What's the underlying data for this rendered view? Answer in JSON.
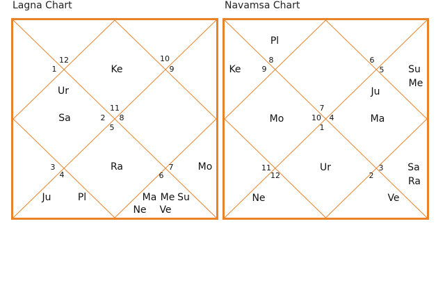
{
  "charts": [
    {
      "title": "Lagna Chart",
      "houses": [
        {
          "num": "1"
        },
        {
          "num": "12"
        },
        {
          "num": "10"
        },
        {
          "num": "9"
        },
        {
          "num": "11"
        },
        {
          "num": "2"
        },
        {
          "num": "8"
        },
        {
          "num": "5"
        },
        {
          "num": "3"
        },
        {
          "num": "4"
        },
        {
          "num": "7"
        },
        {
          "num": "6"
        }
      ],
      "planets": [
        {
          "name": "Ke"
        },
        {
          "name": "Ur"
        },
        {
          "name": "Sa"
        },
        {
          "name": "Ra"
        },
        {
          "name": "Mo"
        },
        {
          "name": "Ju"
        },
        {
          "name": "Pl"
        },
        {
          "name": "Ma"
        },
        {
          "name": "Me"
        },
        {
          "name": "Su"
        },
        {
          "name": "Ne"
        },
        {
          "name": "Ve"
        }
      ]
    },
    {
      "title": "Navamsa Chart",
      "houses": [
        {
          "num": "8"
        },
        {
          "num": "9"
        },
        {
          "num": "6"
        },
        {
          "num": "5"
        },
        {
          "num": "7"
        },
        {
          "num": "10"
        },
        {
          "num": "4"
        },
        {
          "num": "1"
        },
        {
          "num": "11"
        },
        {
          "num": "12"
        },
        {
          "num": "3"
        },
        {
          "num": "2"
        }
      ],
      "planets": [
        {
          "name": "Pl"
        },
        {
          "name": "Ke"
        },
        {
          "name": "Su"
        },
        {
          "name": "Me"
        },
        {
          "name": "Ju"
        },
        {
          "name": "Mo"
        },
        {
          "name": "Ma"
        },
        {
          "name": "Ur"
        },
        {
          "name": "Sa"
        },
        {
          "name": "Ra"
        },
        {
          "name": "Ne"
        },
        {
          "name": "Ve"
        }
      ]
    }
  ],
  "colors": {
    "line": "#e8832a",
    "text": "#111111"
  }
}
